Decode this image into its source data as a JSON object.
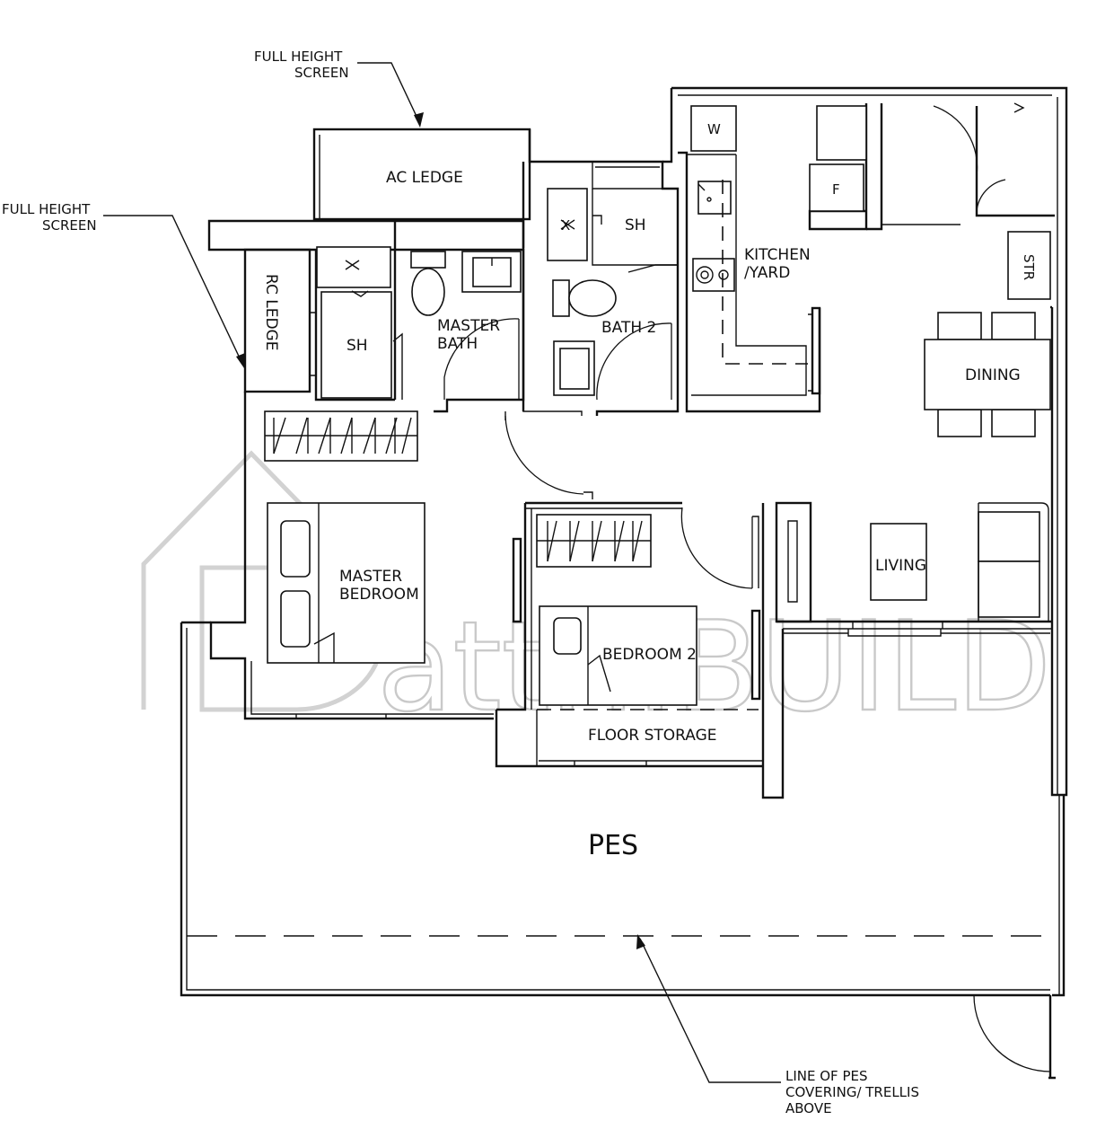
{
  "labels": {
    "ac_ledge": "AC LEDGE",
    "rc_ledge": "RC LEDGE",
    "master_bath": [
      "MASTER",
      "BATH"
    ],
    "bath2": "BATH 2",
    "shower": "SH",
    "kitchen": [
      "KITCHEN",
      "/YARD"
    ],
    "washer": "W",
    "fridge": "F",
    "store": "STR",
    "dining": "DINING",
    "living": "LIVING",
    "master_bedroom": [
      "MASTER",
      "BEDROOM"
    ],
    "bedroom2": "BEDROOM 2",
    "floor_storage": "FLOOR STORAGE",
    "pes": "PES",
    "wc_mark": "X"
  },
  "annotations": {
    "screen_top": [
      "FULL HEIGHT",
      "SCREEN"
    ],
    "screen_left": [
      "FULL HEIGHT",
      "SCREEN"
    ],
    "trellis": [
      "LINE OF PES",
      "COVERING/ TRELLIS",
      "ABOVE"
    ]
  },
  "watermark": {
    "text": "attri.BUILD"
  }
}
